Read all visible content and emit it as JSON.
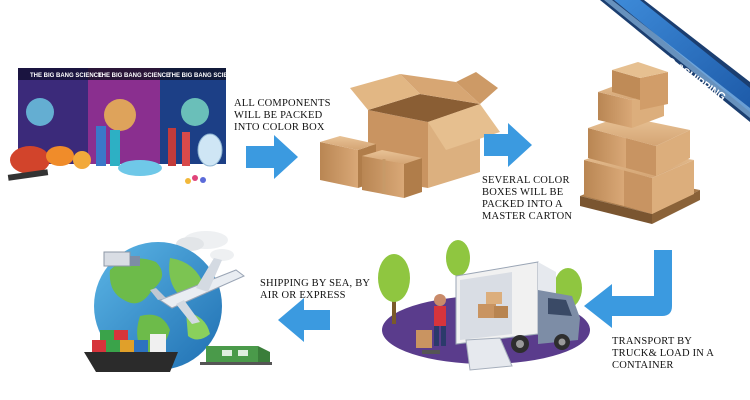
{
  "banner": {
    "label": "PACKING &SHIPPING",
    "color": "#2a6fc4"
  },
  "arrow_color": "#3b9ae0",
  "steps": [
    {
      "caption": "ALL COMPONENTS\nWILL BE PACKED\nINTO COLOR BOX"
    },
    {
      "caption": "SEVERAL COLOR\nBOXES WILL BE\nPACKED INTO A\nMASTER CARTON"
    },
    {
      "caption": "TRANSPORT BY\nTRUCK& LOAD IN A\nCONTAINER"
    },
    {
      "caption": "SHIPPING BY SEA, BY\nAIR OR EXPRESS"
    }
  ],
  "product_box_labels": [
    "THE BIG BANG SCIENCE",
    "THE BIG BANG SCIENCE",
    "THE BIG BANG SCIENCE"
  ]
}
